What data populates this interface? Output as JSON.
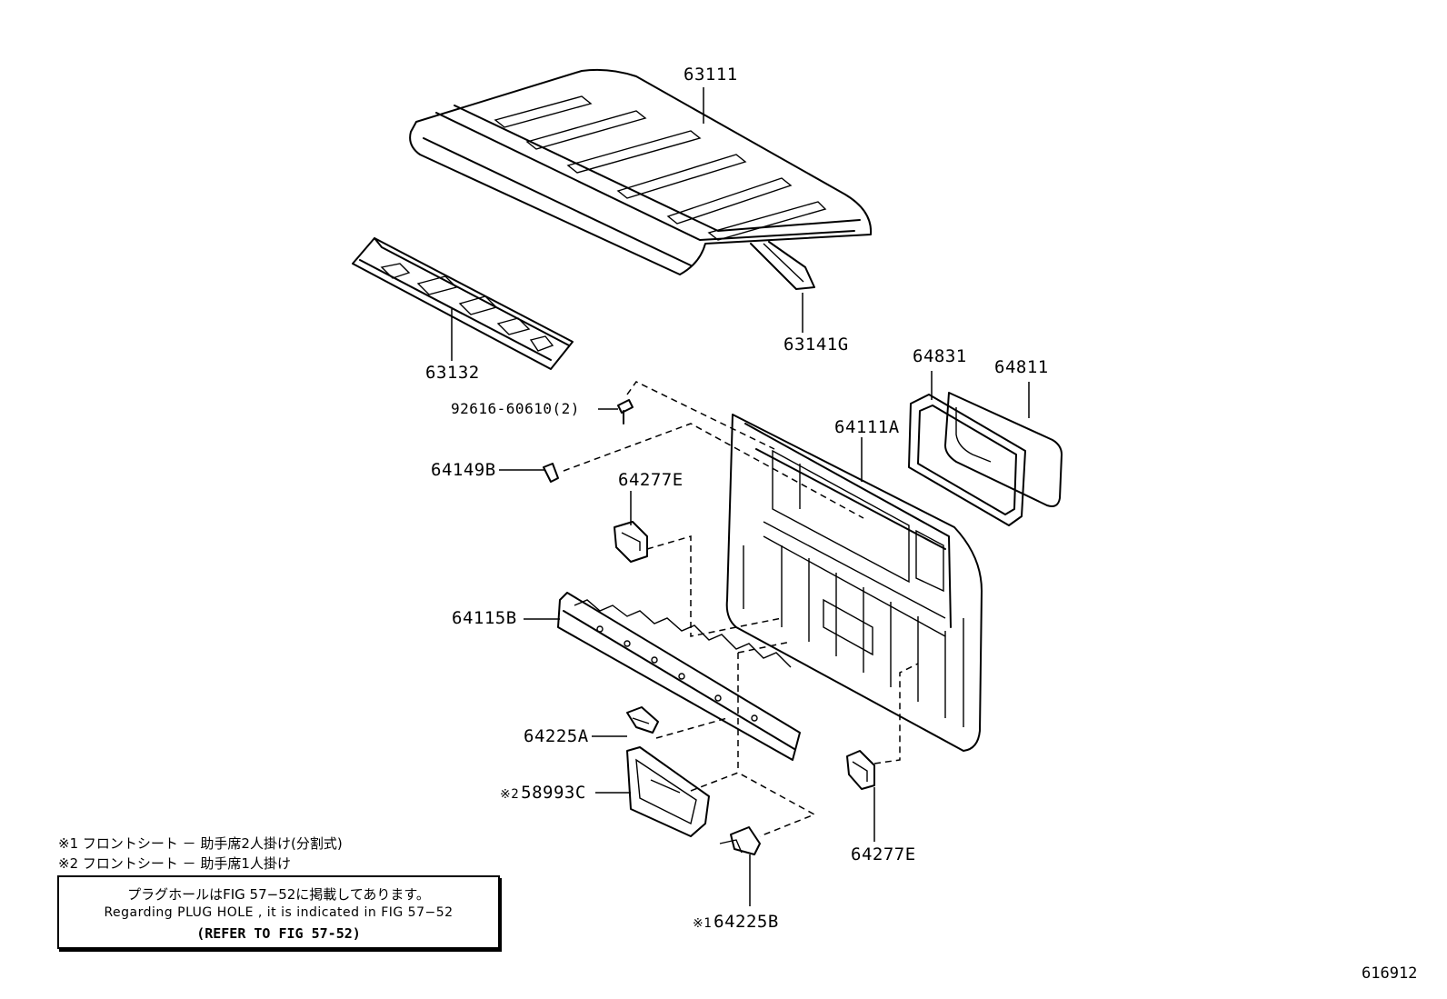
{
  "labels": {
    "roof_panel": "63111",
    "roof_bow": "63141G",
    "roof_rail": "63132",
    "bolt": "92616-60610(2)",
    "bracket_b": "64149B",
    "bracket_e_upper": "64277E",
    "back_panel": "64111A",
    "window_weatherstrip": "64831",
    "window_glass": "64811",
    "lower_reinforcement": "64115B",
    "hook_a": "64225A",
    "hook_b": "64225B",
    "seat_bracket": "58993C",
    "bracket_e_lower": "64277E",
    "seat_bracket_mark": "※2",
    "hook_b_mark": "※1"
  },
  "notes": {
    "note1": "※1 フロントシート － 助手席2人掛け(分割式)",
    "note2": "※2 フロントシート － 助手席1人掛け"
  },
  "plug_hole": {
    "jp": "プラグホールはFIG 57−52に掲載してあります。",
    "en": "Regarding  PLUG  HOLE , it is indicated in  FIG  57−52",
    "ref": "(REFER TO FIG 57-52)"
  },
  "figure_number": "616912"
}
